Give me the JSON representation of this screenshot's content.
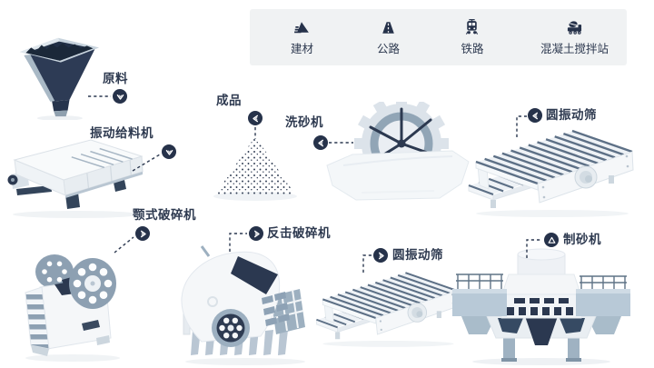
{
  "legend": {
    "items": [
      {
        "label": "建材",
        "icon": "building-materials-icon"
      },
      {
        "label": "公路",
        "icon": "highway-icon"
      },
      {
        "label": "铁路",
        "icon": "railway-icon"
      },
      {
        "label": "混凝土搅拌站",
        "icon": "concrete-mixing-plant-icon"
      }
    ]
  },
  "callouts": {
    "raw_material": "原料",
    "vibrating_feeder": "振动给料机",
    "finished_product": "成品",
    "sand_washer": "洗砂机",
    "circular_vibrating_screen_top": "圆振动筛",
    "jaw_crusher": "颚式破碎机",
    "impact_crusher": "反击破碎机",
    "circular_vibrating_screen_bottom": "圆振动筛",
    "sand_making_machine": "制砂机"
  },
  "colors": {
    "accent_navy": "#26324a",
    "machine_blue_gray": "#8da0b2",
    "machine_light": "#eef2f6",
    "legend_background": "#f0f2f3",
    "text": "#2e3a50"
  }
}
